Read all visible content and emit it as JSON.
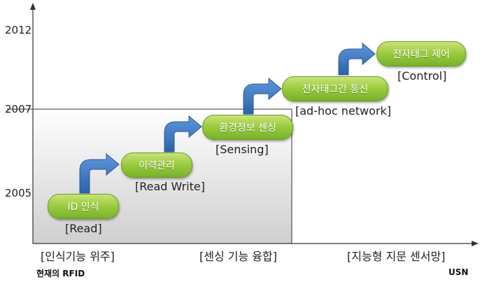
{
  "years": [
    "2012",
    "2007",
    "2005"
  ],
  "axis_labels": {
    "left": "[인식기능 위주]",
    "middle": "[센싱 기능 융합]",
    "right": "[지능형 지문  센서망]"
  },
  "corner_labels": {
    "left": "현재의 RFID",
    "right": "USN"
  },
  "stages": [
    {
      "label": "ID 인식",
      "caption": "[Read]"
    },
    {
      "label": "이력관리",
      "caption": "[Read Write]"
    },
    {
      "label": "환경정보 센싱",
      "caption": "[Sensing]"
    },
    {
      "label": "전자태그간 통신",
      "caption": "[ad-hoc network]"
    },
    {
      "label": "전자태그 제어",
      "caption": "[Control]"
    }
  ],
  "colors": {
    "pill": "#9ccd3f",
    "arrow": "#3f7ac6",
    "region": "#e4e4e4"
  }
}
